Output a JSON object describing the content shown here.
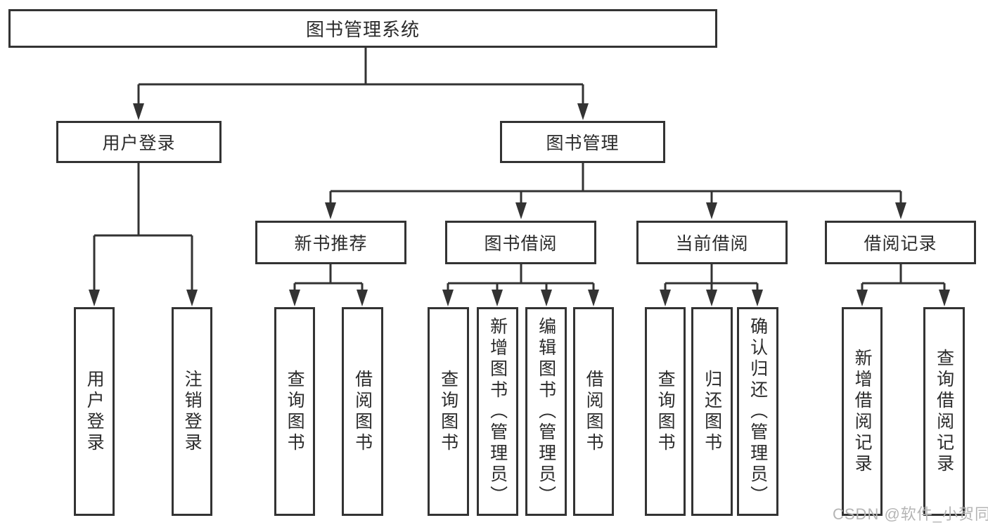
{
  "diagram": {
    "root": {
      "label": "图书管理系统"
    },
    "level2": [
      {
        "label": "用户登录"
      },
      {
        "label": "图书管理"
      }
    ],
    "level3": [
      {
        "label": "新书推荐"
      },
      {
        "label": "图书借阅"
      },
      {
        "label": "当前借阅"
      },
      {
        "label": "借阅记录"
      }
    ],
    "leaves": [
      {
        "label": "用户登录"
      },
      {
        "label": "注销登录"
      },
      {
        "label": "查询图书"
      },
      {
        "label": "借阅图书"
      },
      {
        "label": "查询图书"
      },
      {
        "label": "新增图书（管理员）"
      },
      {
        "label": "编辑图书（管理员）"
      },
      {
        "label": "借阅图书"
      },
      {
        "label": "查询图书"
      },
      {
        "label": "归还图书"
      },
      {
        "label": "确认归还（管理员）"
      },
      {
        "label": "新增借阅记录"
      },
      {
        "label": "查询借阅记录"
      }
    ]
  },
  "watermark": {
    "text": "CSDN @软件_小贺同学"
  },
  "colors": {
    "line": "#333333",
    "box_border": "#333333",
    "box_fill": "#ffffff",
    "text": "#2b2b2b",
    "watermark": "#b5b5b5"
  }
}
